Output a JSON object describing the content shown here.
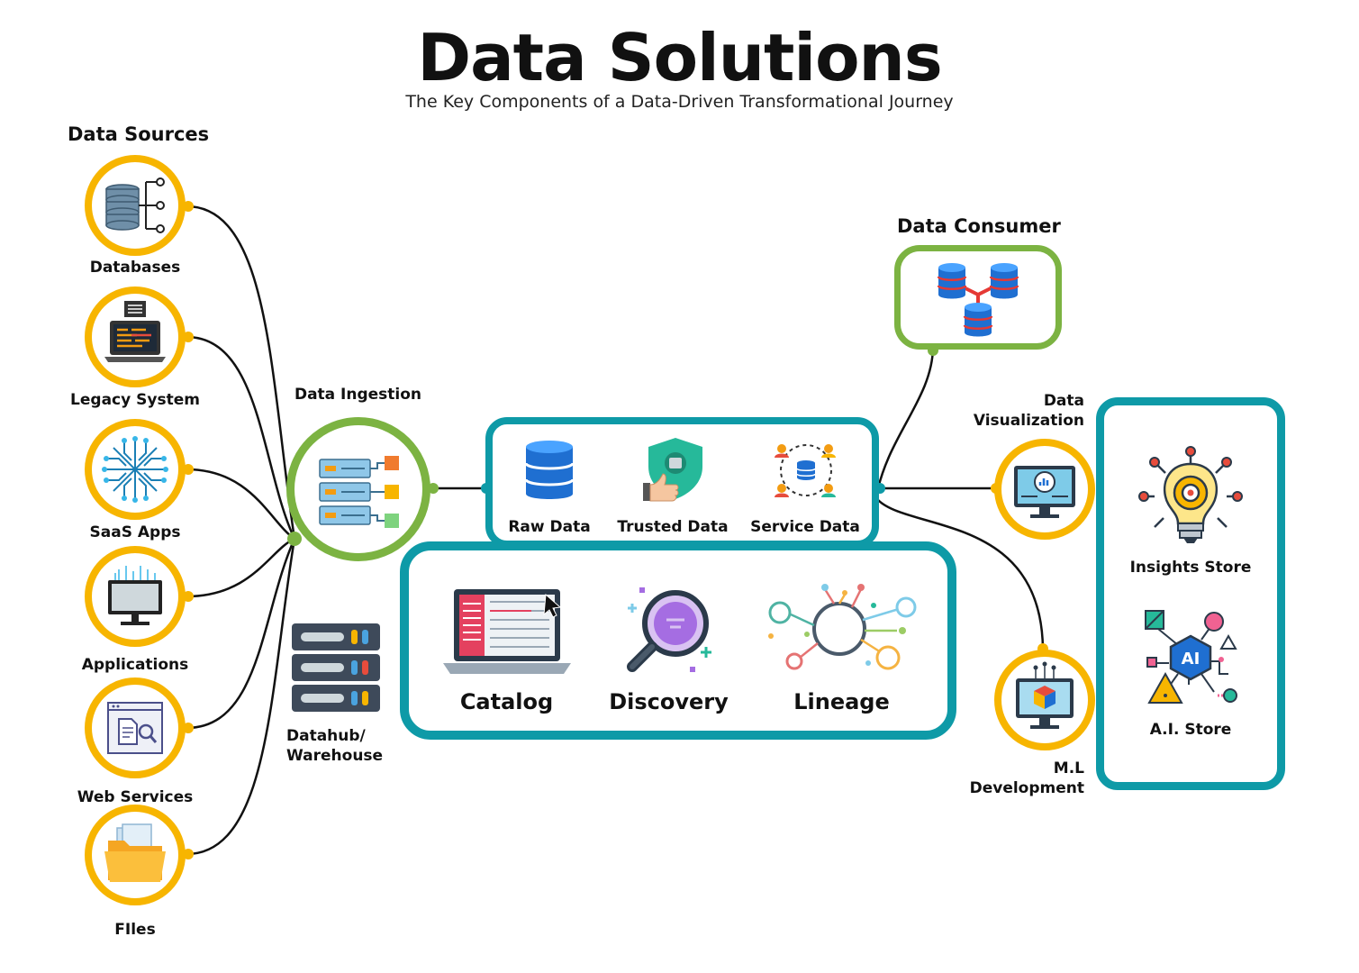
{
  "header": {
    "title": "Data Solutions",
    "subtitle": "The Key Components of a Data-Driven Transformational Journey"
  },
  "sources": {
    "heading": "Data Sources",
    "items": [
      {
        "label": "Databases",
        "icon": "database-network-icon"
      },
      {
        "label": "Legacy System",
        "icon": "legacy-terminal-icon"
      },
      {
        "label": "SaaS Apps",
        "icon": "circuit-icon"
      },
      {
        "label": "Applications",
        "icon": "monitor-icon"
      },
      {
        "label": "Web Services",
        "icon": "web-document-search-icon"
      },
      {
        "label": "FIles",
        "icon": "folder-icon"
      }
    ]
  },
  "ingestion": {
    "label": "Data Ingestion",
    "icon": "server-stack-icon"
  },
  "warehouse": {
    "label_line1": "Datahub/",
    "label_line2": "Warehouse",
    "icon": "server-rack-icon"
  },
  "data_layers": {
    "items": [
      {
        "label": "Raw Data",
        "icon": "database-cylinder-icon"
      },
      {
        "label": "Trusted Data",
        "icon": "shield-thumbs-up-icon"
      },
      {
        "label": "Service Data",
        "icon": "users-database-icon"
      }
    ]
  },
  "governance": {
    "items": [
      {
        "label": "Catalog",
        "icon": "laptop-catalog-icon"
      },
      {
        "label": "Discovery",
        "icon": "magnifier-icon"
      },
      {
        "label": "Lineage",
        "icon": "lineage-network-icon"
      }
    ]
  },
  "consumer": {
    "heading": "Data Consumer",
    "icon": "databases-merge-icon"
  },
  "visualization": {
    "label_line1": "Data",
    "label_line2": "Visualization",
    "icon": "dashboard-monitor-icon"
  },
  "ml": {
    "label_line1": "M.L",
    "label_line2": "Development",
    "icon": "cube-monitor-icon"
  },
  "stores": {
    "items": [
      {
        "label": "Insights Store",
        "icon": "lightbulb-gear-icon"
      },
      {
        "label": "A.I. Store",
        "icon": "ai-chip-icon"
      }
    ]
  },
  "colors": {
    "source_ring": "#f7b500",
    "ingestion_ring": "#7cb342",
    "teal_box": "#0e9aa7",
    "consumer_box": "#7cb342"
  }
}
